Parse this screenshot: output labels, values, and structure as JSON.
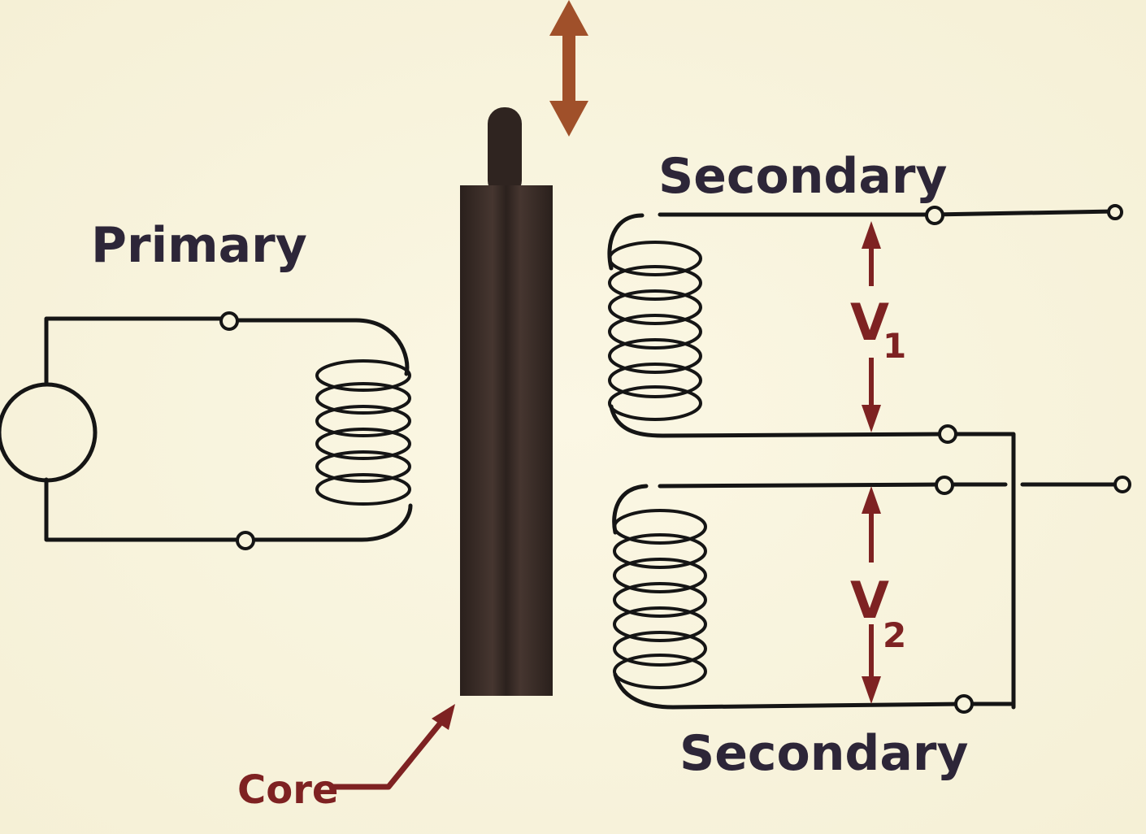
{
  "labels": {
    "primary": "Primary",
    "secondary_top": "Secondary",
    "secondary_bottom": "Secondary",
    "core": "Core",
    "v1_letter": "V",
    "v1_sub": "1",
    "v2_letter": "V",
    "v2_sub": "2"
  },
  "colors": {
    "background": "#f7f3dc",
    "wire": "#151515",
    "core": "#3a2b25",
    "label_dark": "#2d2638",
    "label_red": "#7e2222",
    "motion_arrow": "#a0502a"
  },
  "icons": {
    "motion_arrow": "double-headed-vertical-arrow",
    "ac_source": "circle"
  }
}
